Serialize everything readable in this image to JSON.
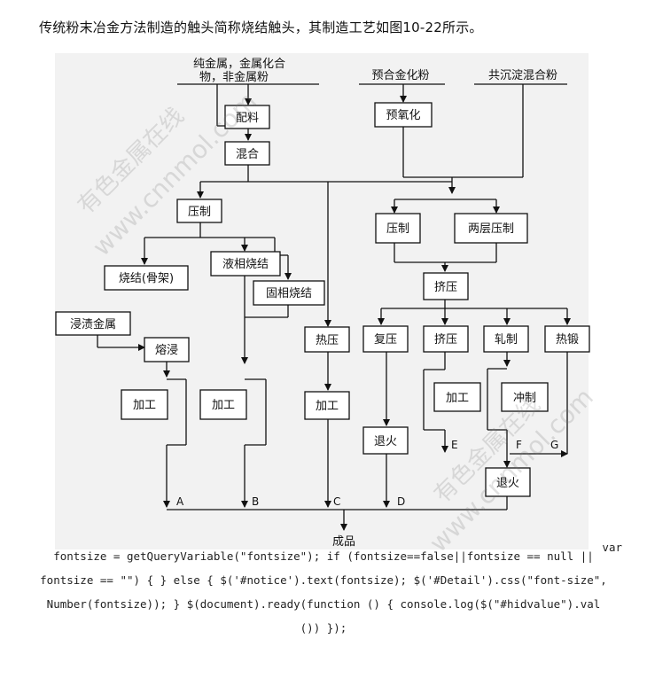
{
  "intro": "传统粉末冶金方法制造的触头简称烧结触头，其制造工艺如图10-22所示。",
  "diagram": {
    "sources": {
      "raw_line1": "纯金属，金属化合",
      "raw_line2": "物，非金属粉",
      "prealloy": "预合金化粉",
      "coprecip": "共沉淀混合粉"
    },
    "nodes": {
      "peiliao": "配料",
      "hunhe": "混合",
      "yanghua": "预氧化",
      "yazhi_left": "压制",
      "yazhi_right": "压制",
      "liangceng": "两层压制",
      "shaojie_gujia": "烧结(骨架)",
      "yexiang": "液相烧结",
      "guxiang": "固相烧结",
      "jintou": "浸渍金属",
      "rongjin": "熔浸",
      "jiagong_a": "加工",
      "jiagong_b": "加工",
      "reya": "热压",
      "jiagong_c": "加工",
      "jiya": "挤压",
      "fuya": "复压",
      "jiya2": "挤压",
      "zhazhi": "轧制",
      "reduan": "热锻",
      "jiagong_e": "加工",
      "chongzhi": "冲制",
      "tuihuo_d": "退火",
      "tuihuo_fg": "退火"
    },
    "route_labels": [
      "A",
      "B",
      "C",
      "D",
      "E",
      "F",
      "G"
    ],
    "product": "成品"
  },
  "code_lines": [
    "var",
    "fontsize = getQueryVariable(\"fontsize\"); if (fontsize==false||fontsize == null ||",
    "fontsize == \"\") { } else { $('#notice').text(fontsize); $('#Detail').css(\"font-size\",",
    "Number(fontsize)); } $(document).ready(function () { console.log($(\"#hidvalue\").val",
    "()) });"
  ],
  "watermark": {
    "cn": "有色金属在线",
    "url": "www.cnnmol.com"
  }
}
